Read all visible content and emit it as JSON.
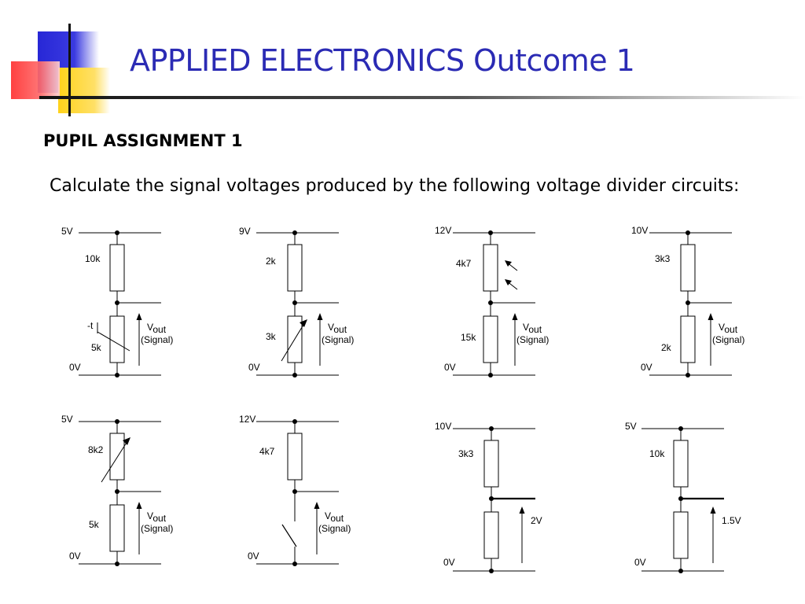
{
  "slide": {
    "title": "APPLIED ELECTRONICS Outcome 1",
    "subtitle": "PUPIL ASSIGNMENT 1",
    "instruction": "Calculate the signal voltages produced by the following voltage divider circuits:"
  },
  "colors": {
    "title": "#2b2bb4",
    "deco_blue": "#2727d6",
    "deco_yellow": "#ffd21a",
    "deco_red": "#ff3c3c"
  },
  "circuits": [
    {
      "supply": "5V",
      "ground": "0V",
      "r1": "10k",
      "r2": "5k",
      "r2_kind": "thermistor",
      "r2_mark": "-t",
      "output": "vout",
      "output_label": "Vout",
      "output_symbol": "V",
      "output_sub": "out",
      "output_note": "(Signal)"
    },
    {
      "supply": "9V",
      "ground": "0V",
      "r1": "2k",
      "r2": "3k",
      "r2_kind": "variable",
      "output": "vout",
      "output_label": "Vout",
      "output_symbol": "V",
      "output_sub": "out",
      "output_note": "(Signal)"
    },
    {
      "supply": "12V",
      "ground": "0V",
      "r1": "4k7",
      "r1_kind": "ldr",
      "r2": "15k",
      "output": "vout",
      "output_label": "Vout",
      "output_symbol": "V",
      "output_sub": "out",
      "output_note": "(Signal)"
    },
    {
      "supply": "10V",
      "ground": "0V",
      "r1": "3k3",
      "r2": "2k",
      "output": "vout",
      "output_label": "Vout",
      "output_symbol": "V",
      "output_sub": "out",
      "output_note": "(Signal)"
    },
    {
      "supply": "5V",
      "ground": "0V",
      "r1": "8k2",
      "r1_kind": "variable",
      "r2": "5k",
      "output": "vout",
      "output_label": "Vout",
      "output_symbol": "V",
      "output_sub": "out",
      "output_note": "(Signal)"
    },
    {
      "supply": "12V",
      "ground": "0V",
      "r1": "4k7",
      "bottom_kind": "switch",
      "output": "vout",
      "output_label": "Vout",
      "output_symbol": "V",
      "output_sub": "out",
      "output_note": "(Signal)"
    },
    {
      "supply": "10V",
      "ground": "0V",
      "r1": "3k3",
      "output": "value",
      "output_value": "2V"
    },
    {
      "supply": "5V",
      "ground": "0V",
      "r1": "10k",
      "output": "value",
      "output_value": "1.5V"
    }
  ]
}
